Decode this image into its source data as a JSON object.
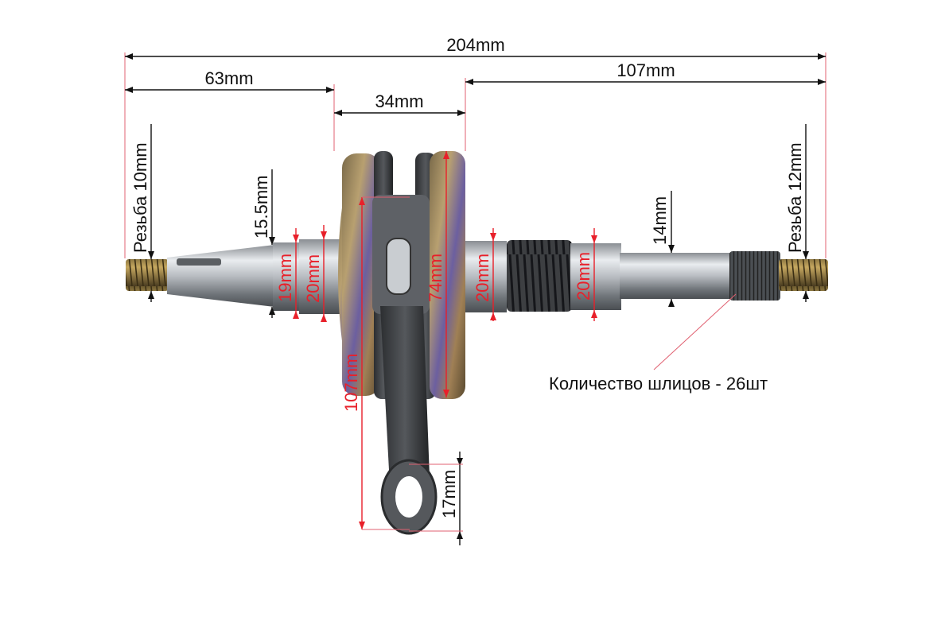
{
  "dimensions": {
    "overall_length": "204mm",
    "left_shaft_length": "63mm",
    "flywheel_width": "34mm",
    "right_shaft_length": "107mm",
    "left_thread": "Резьба 10mm",
    "right_thread": "Резьба 12mm",
    "left_taper_diameter": "15.5mm",
    "left_journal_diameter": "19mm",
    "left_bearing_diameter": "20mm",
    "flywheel_diameter": "74mm",
    "right_bearing_diameter_inner": "20mm",
    "right_bearing_diameter_outer": "20mm",
    "right_shaft_diameter": "14mm",
    "crank_height": "107mm",
    "small_end_diameter": "17mm"
  },
  "annotations": {
    "spline_count": "Количество шлицов - 26шт"
  },
  "colors": {
    "dimension_black": "#111111",
    "dimension_red": "#e8202a",
    "background": "#ffffff"
  }
}
